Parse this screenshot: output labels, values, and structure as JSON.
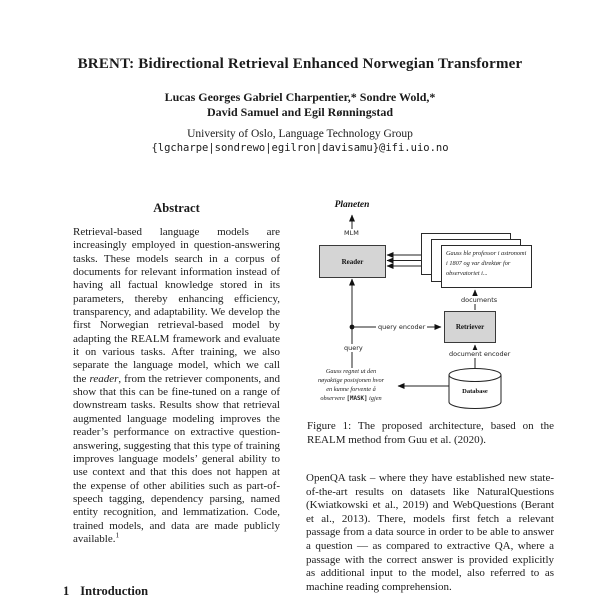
{
  "paper": {
    "title": "BRENT: Bidirectional Retrieval Enhanced Norwegian Transformer",
    "authors_line1": "Lucas Georges Gabriel Charpentier,* Sondre Wold,*",
    "authors_line2": "David Samuel and Egil Rønningstad",
    "affiliation": "University of Oslo, Language Technology Group",
    "email": "{lgcharpe|sondrewo|egilron|davisamu}@ifi.uio.no"
  },
  "abstract": {
    "heading": "Abstract",
    "body_part1": "Retrieval-based language models are increasingly employed in question-answering tasks. These models search in a corpus of documents for relevant information instead of having all factual knowledge stored in its parameters, thereby enhancing efficiency, transparency, and adaptability. We develop the first Norwegian retrieval-based model by adapting the REALM framework and evaluate it on various tasks. After training, we also separate the language model, which we call the ",
    "reader_italic": "reader",
    "body_part2": ", from the retriever components, and show that this can be fine-tuned on a range of downstream tasks. Results show that retrieval augmented language modeling improves the reader’s performance on extractive question-answering, suggesting that this type of training improves language models’ general ability to use context and that this does not happen at the expense of other abilities such as part-of-speech tagging, dependency parsing, named entity recognition, and lemmatization. Code, trained models, and data are made publicly available.",
    "footnote_marker": "1"
  },
  "sections": {
    "intro_number": "1",
    "intro_title": "Introduction"
  },
  "figure": {
    "output_word": "Planeten",
    "mlm_label": "MLM",
    "reader_label": "Reader",
    "retriever_label": "Retriever",
    "database_label": "Database",
    "documents_label": "documents",
    "query_encoder_label": "query encoder",
    "document_encoder_label": "document encoder",
    "query_label": "query",
    "document_text": "Gauss ble professor i astronomi i 1807 og var direktør for observatoriet i...",
    "query_line1": "Gauss regnet ut den",
    "query_line2": "nøyaktige posisjonen hvor",
    "query_line3": "en kunne forvente å",
    "query_line4_pre": "observere ",
    "query_mask_token": "[MASK]",
    "query_line4_post": " igjen",
    "caption": "Figure 1: The proposed architecture, based on the REALM method from Guu et al. (2020)."
  },
  "body": {
    "paragraph": "OpenQA task – where they have established new state-of-the-art results on datasets like NaturalQuestions (Kwiatkowski et al., 2019) and WebQuestions (Berant et al., 2013). There, models first fetch a relevant passage from a data source in order to be able to answer a question — as compared to extractive QA, where a passage with the correct answer is provided explicitly as additional input to the model, also referred to as machine reading comprehension."
  },
  "colors": {
    "box_fill": "#d5d5d5",
    "box_border": "#3a3a3a",
    "text": "#1b1b1b"
  }
}
